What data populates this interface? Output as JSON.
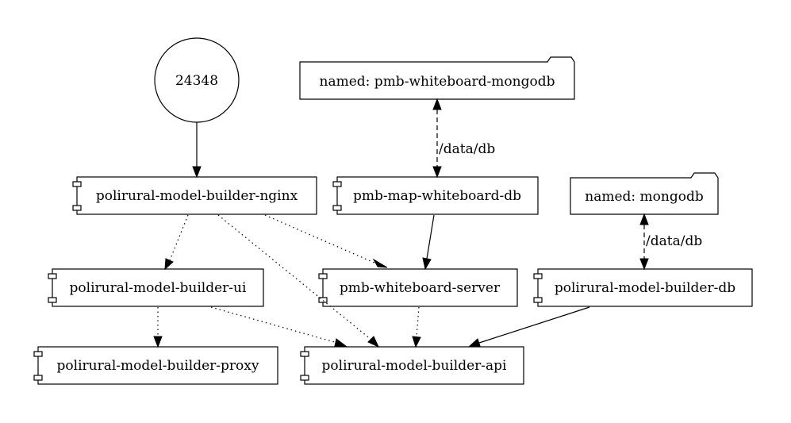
{
  "port": {
    "label": "24348"
  },
  "volumes": {
    "pmb_whiteboard_mongodb": {
      "label": "named: pmb-whiteboard-mongodb"
    },
    "mongodb": {
      "label": "named: mongodb"
    }
  },
  "services": {
    "nginx": {
      "label": "polirural-model-builder-nginx"
    },
    "map_whiteboard_db": {
      "label": "pmb-map-whiteboard-db"
    },
    "ui": {
      "label": "polirural-model-builder-ui"
    },
    "whiteboard_server": {
      "label": "pmb-whiteboard-server"
    },
    "model_builder_db": {
      "label": "polirural-model-builder-db"
    },
    "proxy": {
      "label": "polirural-model-builder-proxy"
    },
    "api": {
      "label": "polirural-model-builder-api"
    }
  },
  "mounts": {
    "whiteboard_db_mount": {
      "label": "/data/db"
    },
    "model_builder_db_mount": {
      "label": "/data/db"
    }
  }
}
